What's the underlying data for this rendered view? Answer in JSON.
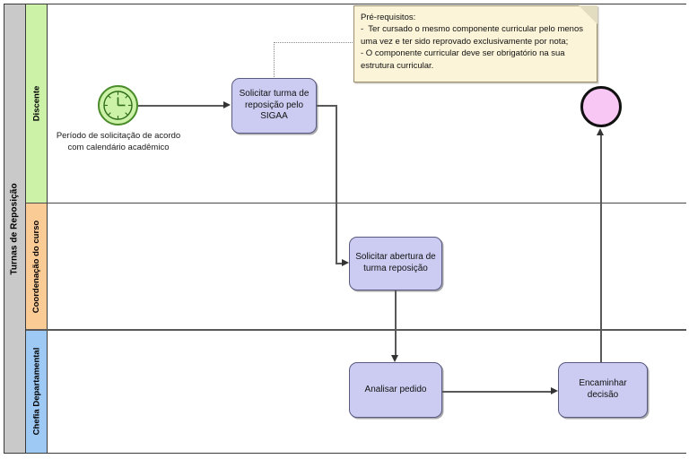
{
  "pool": {
    "title": "Turnas de Reposição",
    "lanes": [
      {
        "id": "discente",
        "label": "Discente",
        "color": "#ccf2a8"
      },
      {
        "id": "coordenacao",
        "label": "Coordenação do curso",
        "color": "#fbcb96"
      },
      {
        "id": "chefia",
        "label": "Chefia Departamental",
        "color": "#9ec9f5"
      }
    ]
  },
  "events": {
    "start": {
      "name": "timer-start-event",
      "label_line1": "Período de solicitação de acordo",
      "label_line2": "com calendário acadêmico",
      "icon": "clock-icon",
      "fill": "#ccf2a8",
      "stroke": "#4a8c2a"
    },
    "end": {
      "name": "end-event",
      "label": "",
      "fill": "#f9c7f4",
      "stroke": "#111111"
    }
  },
  "tasks": [
    {
      "id": "solicitar-turma-sigaa",
      "label": "Solicitar turma de reposição pelo SIGAA",
      "lane": "discente",
      "fill": "#ccccf2"
    },
    {
      "id": "solicitar-abertura-turma",
      "label": "Solicitar abertura de turma reposição",
      "lane": "coordenacao",
      "fill": "#ccccf2"
    },
    {
      "id": "analisar-pedido",
      "label": "Analisar pedido",
      "lane": "chefia",
      "fill": "#ccccf2"
    },
    {
      "id": "encaminhar-decisao",
      "label": "Encaminhar decisão",
      "lane": "chefia",
      "fill": "#ccccf2"
    }
  ],
  "note": {
    "title": "Pré-requisitos:",
    "line1": "-  Ter cursado o mesmo componente curricular pelo menos",
    "line2": "uma vez e ter sido reprovado exclusivamente por nota;",
    "line3": "- O componente curricular deve ser obrigatório na sua",
    "line4": "estrutura curricular.",
    "fill": "#fbf4d8"
  },
  "colors": {
    "task_fill": "#ccccf2",
    "connector": "#595959",
    "pool_header": "#c9c9c9"
  }
}
